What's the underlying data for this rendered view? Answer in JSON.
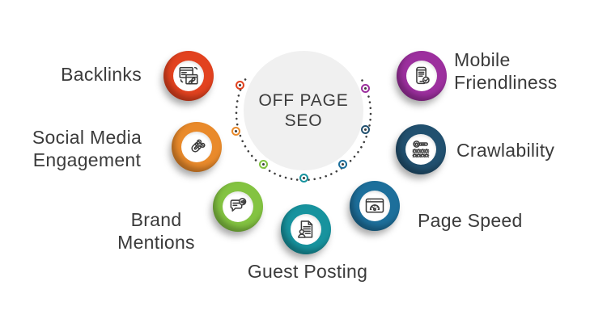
{
  "theme": {
    "background": "#ffffff",
    "text_color": "#3b3b3b",
    "center_circle_fill": "#f0f0f0",
    "dotted_ring_color": "#3d3d3d"
  },
  "center": {
    "title_line1": "OFF PAGE",
    "title_line2": "SEO"
  },
  "items": [
    {
      "label": "Backlinks",
      "color": "#e2421f",
      "icon": "linked-windows-icon"
    },
    {
      "label": "Social Media Engagement",
      "color": "#e98a2b",
      "icon": "magnet-icon"
    },
    {
      "label": "Brand Mentions",
      "color": "#83c341",
      "icon": "speech-bubble-megaphone-icon"
    },
    {
      "label": "Guest Posting",
      "color": "#17939e",
      "icon": "document-author-icon"
    },
    {
      "label": "Page Speed",
      "color": "#1d6f9b",
      "icon": "speedometer-window-icon"
    },
    {
      "label": "Crawlability",
      "color": "#21506f",
      "icon": "search-crawlers-icon"
    },
    {
      "label": "Mobile Friendliness",
      "color": "#9c2f9e",
      "icon": "mobile-check-icon"
    }
  ]
}
